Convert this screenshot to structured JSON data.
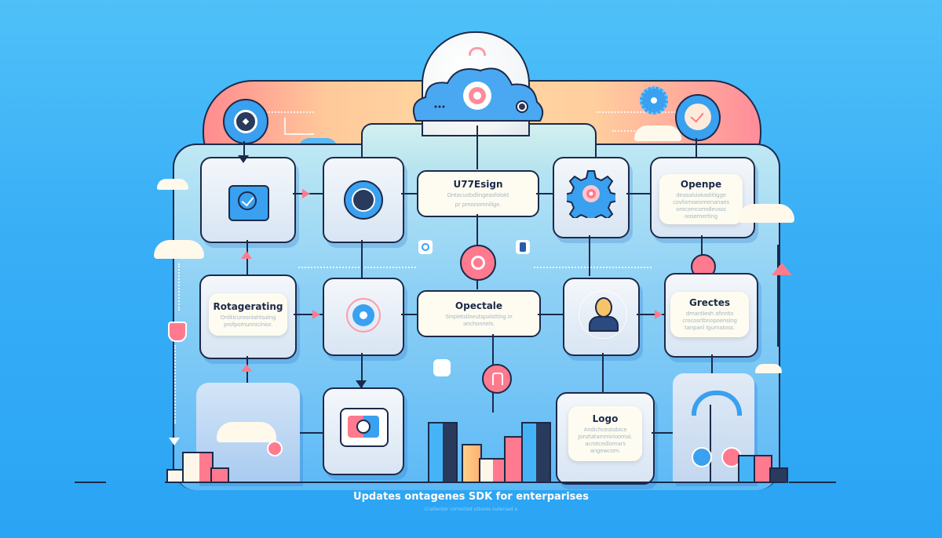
{
  "diagram": {
    "caption": "Updates ontagenes SDK for enterparises",
    "subcaption": "Craitenter corrected uttores outersad a",
    "colors": {
      "background": "#38aef6",
      "outline": "#1c2a4a",
      "accent_pink": "#ff7a8e",
      "accent_blue": "#3aa0f0",
      "card_fill": "#fefcf0",
      "banner_left": "#ff8b8f",
      "banner_mid": "#ffd7a0"
    },
    "top": {
      "cloud_icon": "cloud-target-icon",
      "left_badge_icon": "diamond-icon",
      "right_badge_icon": "check-icon",
      "gear_badge_icon": "gear-icon"
    },
    "nodes": {
      "design": {
        "title": "U77Esign",
        "desc_line1": "Ontacuobdlingeasfolokt",
        "desc_line2": "pr pmonomnilige."
      },
      "openpe": {
        "title": "Openpe",
        "desc_line1": "deasalsiokastitigge",
        "desc_line2": "covfomoeomenanaes",
        "desc_line3": "orocomcomdlevsss",
        "desc_line4": "oosemerting"
      },
      "rotagerating": {
        "title": "Rotagerating",
        "desc_line1": "Onliticuroonlahtsalng",
        "desc_line2": "profpomunnicinior."
      },
      "opectale": {
        "title": "Opectale",
        "desc_line1": "Sinpletslineutspalstting in",
        "desc_line2": "anchonnels."
      },
      "grectes": {
        "title": "Grectes",
        "desc_line1": "dmantlesh afinnto",
        "desc_line2": "crocosrtbnopoensing",
        "desc_line3": "tanpanl Igumatoss."
      },
      "logo": {
        "title": "Logo",
        "desc_line1": "Andichceatabice",
        "desc_line2": "Jonztatammirioomal.",
        "desc_line3": "acrotcediomars",
        "desc_line4": "angewcom."
      }
    },
    "icon_nodes": [
      {
        "id": "check-node",
        "icon": "check-square-icon"
      },
      {
        "id": "target-node",
        "icon": "stamp-icon"
      },
      {
        "id": "gear-node",
        "icon": "gear-icon"
      },
      {
        "id": "radar-node",
        "icon": "target-icon"
      },
      {
        "id": "user-node",
        "icon": "user-icon"
      },
      {
        "id": "cloud-merge-node",
        "icon": "cloud-icon"
      },
      {
        "id": "lock-node",
        "icon": "lock-icon"
      },
      {
        "id": "flow-node",
        "icon": "branch-icon"
      }
    ],
    "hub_center_icon": "circle-icon",
    "hub_lower_icon": "n-icon"
  }
}
